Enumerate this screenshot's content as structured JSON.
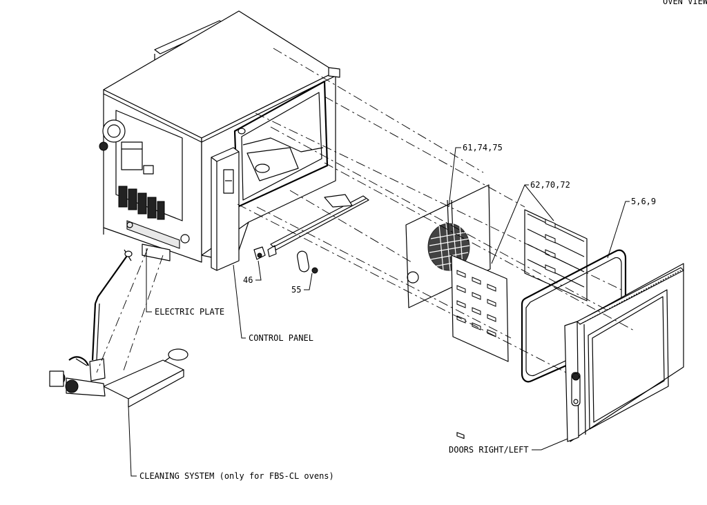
{
  "header": {
    "corner_text": "OVEN VIEW"
  },
  "labels": {
    "electric_plate": "ELECTRIC PLATE",
    "control_panel": "CONTROL PANEL",
    "cleaning_system": "CLEANING SYSTEM (only for FBS-CL ovens)",
    "doors": "DOORS RIGHT/LEFT",
    "ref_61": "61,74,75",
    "ref_62": "62,70,72",
    "ref_5": "5,6,9",
    "ref_46": "46",
    "ref_55": "55"
  }
}
